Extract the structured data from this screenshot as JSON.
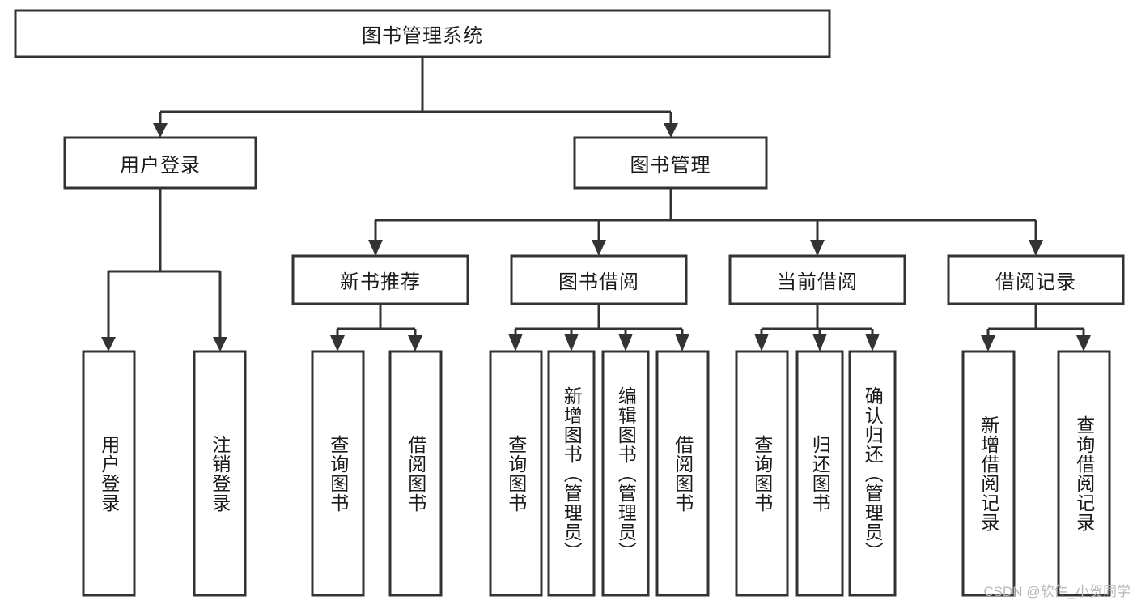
{
  "diagram": {
    "type": "tree-hierarchy",
    "title": "图书管理系统",
    "watermark": "CSDN @软件_小贺同学",
    "colors": {
      "stroke": "#333333",
      "fill": "#ffffff",
      "text": "#1a1a1a",
      "watermark": "#b8b8b8"
    },
    "root": {
      "label": "图书管理系统"
    },
    "level2": [
      {
        "label": "用户登录"
      },
      {
        "label": "图书管理"
      }
    ],
    "level3": [
      {
        "label": "新书推荐"
      },
      {
        "label": "图书借阅"
      },
      {
        "label": "当前借阅"
      },
      {
        "label": "借阅记录"
      }
    ],
    "leaves": {
      "user_login": [
        {
          "label": "用户登录"
        },
        {
          "label": "注销登录"
        }
      ],
      "new_book": [
        {
          "label": "查询图书"
        },
        {
          "label": "借阅图书"
        }
      ],
      "book_borrow": [
        {
          "label": "查询图书"
        },
        {
          "label": "新增图书（管理员）"
        },
        {
          "label": "编辑图书（管理员）"
        },
        {
          "label": "借阅图书"
        }
      ],
      "current_borrow": [
        {
          "label": "查询图书"
        },
        {
          "label": "归还图书"
        },
        {
          "label": "确认归还（管理员）"
        }
      ],
      "borrow_record": [
        {
          "label": "新增借阅记录"
        },
        {
          "label": "查询借阅记录"
        }
      ]
    }
  }
}
